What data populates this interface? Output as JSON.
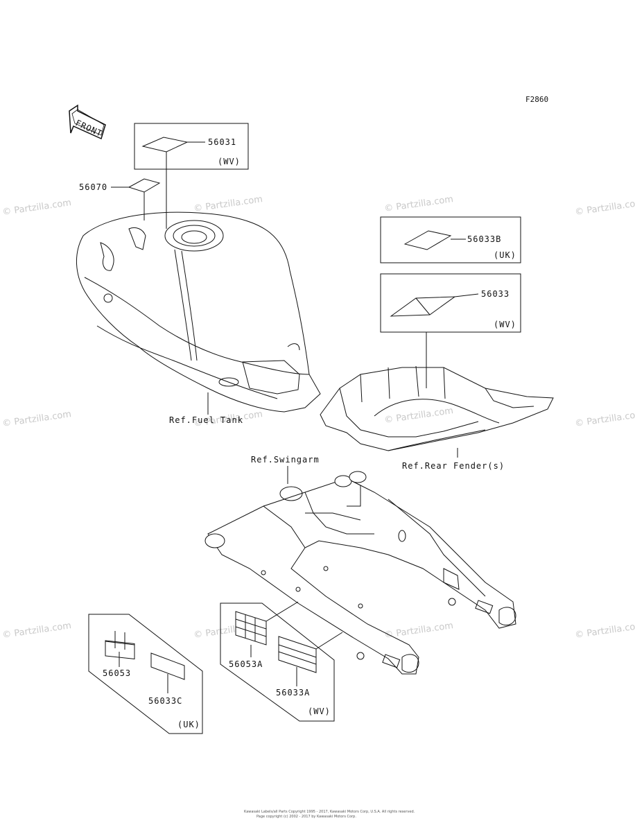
{
  "figure_code": "F2860",
  "front_arrow_label": "FRONT",
  "watermarks": [
    "© Partzilla.com",
    "© Partzilla.com",
    "© Partzilla.com",
    "© Partzilla.com",
    "© Partzilla.com",
    "© Partzilla.com",
    "© Partzilla.com",
    "© Partzilla.com",
    "© Partzilla.com",
    "© Partzilla.com",
    "© Partzilla.com",
    "© Partzilla.com"
  ],
  "parts": {
    "p56031": "56031",
    "p56031_region": "(WV)",
    "p56070": "56070",
    "p56033B": "56033B",
    "p56033B_region": "(UK)",
    "p56033": "56033",
    "p56033_region": "(WV)",
    "p56053": "56053",
    "p56033C": "56033C",
    "uk_region": "(UK)",
    "p56053A": "56053A",
    "p56033A": "56033A",
    "wv_region": "(WV)"
  },
  "references": {
    "fuel_tank": "Ref.Fuel Tank",
    "rear_fender": "Ref.Rear Fender(s)",
    "swingarm": "Ref.Swingarm"
  },
  "copyright": {
    "line1": "Kawasaki Labels/all Parts Copyright 1995 - 2017, Kawasaki Motors Corp, U.S.A. All rights reserved.",
    "line2": "Page copyright (c) 2002 - 2017 by Kawasaki Motors Corp."
  }
}
